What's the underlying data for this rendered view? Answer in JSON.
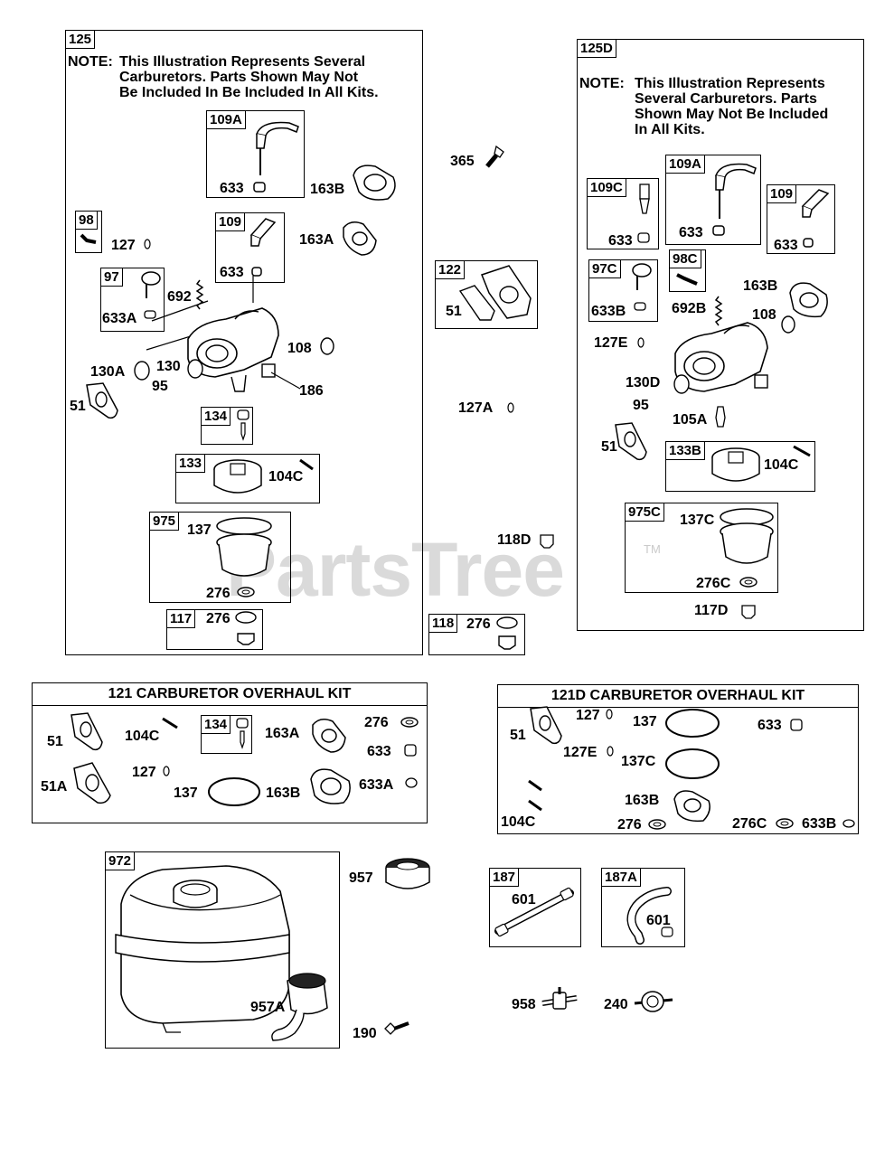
{
  "watermark": {
    "text": "PartsTree",
    "tm": "TM"
  },
  "box125": {
    "tag": "125",
    "note_key": "NOTE:",
    "note_lines": [
      "This Illustration Represents Several",
      "Carburetors. Parts Shown May Not",
      "Be Included In Be Included In All Kits."
    ],
    "labels": {
      "l109A": "109A",
      "l633a": "633",
      "l163B": "163B",
      "l98": "98",
      "l127": "127",
      "l109": "109",
      "l633b": "633",
      "l163A": "163A",
      "l97": "97",
      "l692": "692",
      "l633A": "633A",
      "l108": "108",
      "l130A": "130A",
      "l130": "130",
      "l95": "95",
      "l186": "186",
      "l51": "51",
      "l134": "134",
      "l133": "133",
      "l104C": "104C",
      "l975": "975",
      "l137": "137",
      "l276a": "276",
      "l117": "117",
      "l276b": "276"
    }
  },
  "middle": {
    "l365": "365",
    "l122": "122",
    "l51": "51",
    "l127A": "127A",
    "l118D": "118D",
    "l118": "118",
    "l276": "276"
  },
  "box125D": {
    "tag": "125D",
    "note_key": "NOTE:",
    "note_lines": [
      "This Illustration Represents",
      "Several Carburetors. Parts",
      "Shown May Not Be Included",
      "In All Kits."
    ],
    "labels": {
      "l109C": "109C",
      "l633a": "633",
      "l109A": "109A",
      "l633b": "633",
      "l109": "109",
      "l633c": "633",
      "l97C": "97C",
      "l98C": "98C",
      "l163B": "163B",
      "l633B": "633B",
      "l692B": "692B",
      "l108": "108",
      "l127E": "127E",
      "l130D": "130D",
      "l95": "95",
      "l105A": "105A",
      "l51": "51",
      "l133B": "133B",
      "l104C": "104C",
      "l975C": "975C",
      "l137C": "137C",
      "l276C": "276C",
      "l117D": "117D"
    }
  },
  "kit121": {
    "title": "121 CARBURETOR OVERHAUL KIT",
    "labels": {
      "l51": "51",
      "l104C": "104C",
      "l134": "134",
      "l163A": "163A",
      "l276": "276",
      "l633": "633",
      "l51A": "51A",
      "l127": "127",
      "l137": "137",
      "l163B": "163B",
      "l633A": "633A"
    }
  },
  "kit121D": {
    "title": "121D CARBURETOR OVERHAUL KIT",
    "labels": {
      "l51": "51",
      "l127": "127",
      "l137": "137",
      "l633": "633",
      "l127E": "127E",
      "l137C": "137C",
      "l163B": "163B",
      "l104C": "104C",
      "l276": "276",
      "l276C": "276C",
      "l633B": "633B"
    }
  },
  "tank": {
    "tag": "972",
    "l957": "957",
    "l957A": "957A",
    "l190": "190"
  },
  "hoses": {
    "tag187": "187",
    "l601a": "601",
    "tag187A": "187A",
    "l601b": "601",
    "l958": "958",
    "l240": "240"
  }
}
